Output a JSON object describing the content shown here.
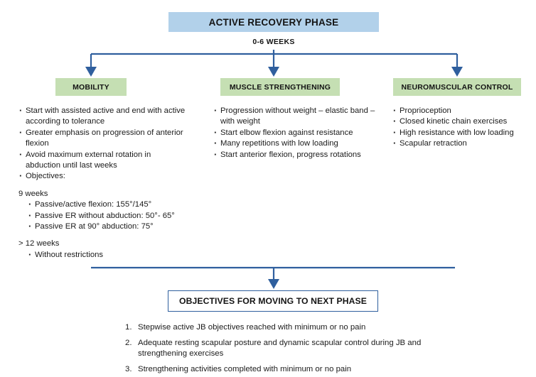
{
  "phase": {
    "title": "ACTIVE RECOVERY PHASE",
    "subtitle": "0-6 WEEKS"
  },
  "columns": [
    {
      "header": "MOBILITY",
      "bullets": [
        "Start with assisted active and end with active according to tolerance",
        "Greater emphasis on progression of anterior flexion",
        "Avoid maximum external rotation in abduction until last weeks",
        "Objectives:"
      ],
      "groups": [
        {
          "heading": "9 weeks",
          "items": [
            "Passive/active flexion: 155°/145°",
            "Passive ER without abduction: 50°- 65°",
            "Passive ER at 90° abduction: 75°"
          ]
        },
        {
          "heading": "> 12 weeks",
          "items": [
            "Without restrictions"
          ]
        }
      ]
    },
    {
      "header": "MUSCLE STRENGTHENING",
      "bullets": [
        "Progression without weight – elastic band – with weight",
        "Start elbow flexion against resistance",
        "Many repetitions with low loading",
        "Start anterior flexion, progress rotations"
      ],
      "groups": []
    },
    {
      "header": "NEUROMUSCULAR CONTROL",
      "bullets": [
        "Proprioception",
        "Closed kinetic chain exercises",
        "High resistance with low loading",
        "Scapular retraction"
      ],
      "groups": []
    }
  ],
  "next_phase": {
    "title": "OBJECTIVES FOR MOVING TO NEXT PHASE",
    "criteria": [
      "Stepwise active JB objectives reached with minimum or no pain",
      "Adequate resting scapular posture and dynamic scapular control during JB and strengthening exercises",
      "Strengthening activities completed with minimum or no pain"
    ]
  },
  "colors": {
    "phase_banner": "#b2d1ea",
    "column_header": "#c5dfb3",
    "connector": "#2f5f9e",
    "text": "#141414",
    "background": "#ffffff"
  }
}
